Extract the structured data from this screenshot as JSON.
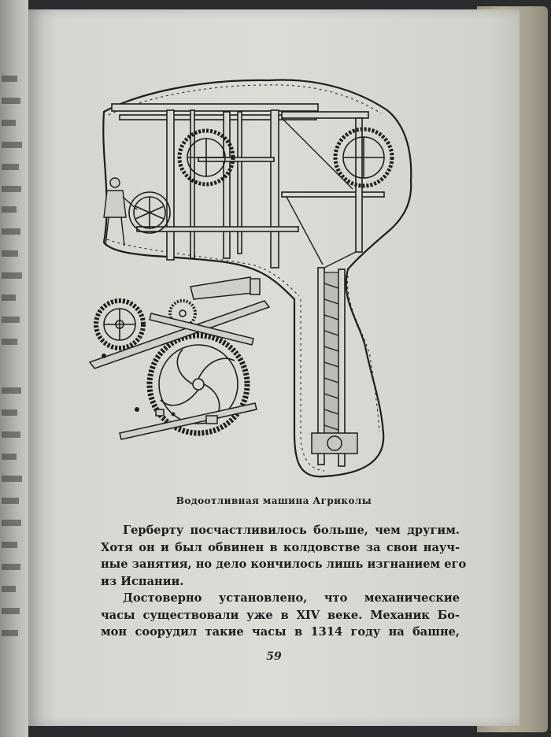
{
  "figure": {
    "caption": "Водоотливная машина Агриколы"
  },
  "body_text": {
    "lines": [
      "Герберту посчастливилось больше, чем другим.",
      "Хотя он и был обвинен в колдовстве за свои науч-",
      "ные занятия, но дело кончилось лишь изгнанием его",
      "из Испании.",
      "Достоверно установлено, что механические",
      "часы существовали уже в XIV веке. Механик Бо-",
      "мон соорудил такие часы в 1314 году на башне,"
    ]
  },
  "page_number": "59",
  "colors": {
    "paper": "#dcdcd7",
    "ink": "#1b1b1b",
    "cover_cloth": "#b3ae9b",
    "background": "#2b2c2e"
  }
}
